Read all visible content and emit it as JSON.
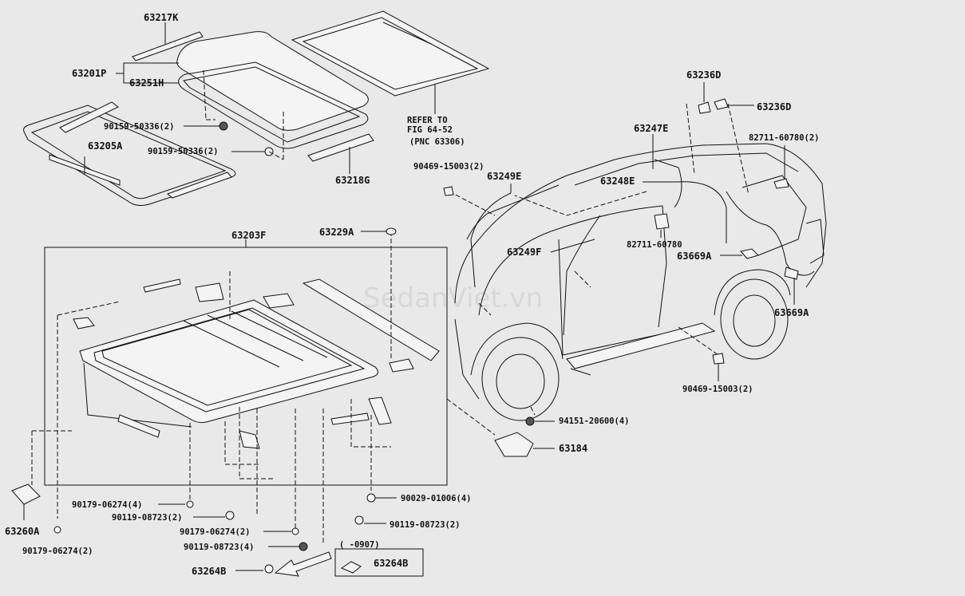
{
  "labels": {
    "p63217K": "63217K",
    "p63201P": "63201P",
    "p63251H": "63251H",
    "p90159_a": "90159-50336(2)",
    "p90159_b": "90159-50336(2)",
    "p63205A": "63205A",
    "p63218G": "63218G",
    "refer1": "REFER TO",
    "refer2": "FIG 64-52",
    "refer3": "(PNC 63306)",
    "p63236D_a": "63236D",
    "p63236D_b": "63236D",
    "p63247E": "63247E",
    "p82711_a": "82711-60780(2)",
    "p90469_a": "90469-15003(2)",
    "p63249E": "63249E",
    "p63248E": "63248E",
    "p82711_b": "82711-60780",
    "p63669A_a": "63669A",
    "p63669A_b": "63669A",
    "p63249F": "63249F",
    "p63203F": "63203F",
    "p63229A": "63229A",
    "p90469_b": "90469-15003(2)",
    "p94151": "94151-20600(4)",
    "p63184": "63184",
    "p63260A": "63260A",
    "p90179_a": "90179-06274(4)",
    "p90119_a": "90119-08723(2)",
    "p90179_b": "90179-06274(2)",
    "p90119_b": "90119-08723(4)",
    "p90179_c": "90179-06274(2)",
    "p90029": "90029-01006(4)",
    "p90119_c": "90119-08723(2)",
    "p63264B_a": "63264B",
    "date_range": "(   -0907)",
    "p63264B_b": "63264B",
    "watermark": "SedanViet.vn"
  },
  "colors": {
    "background": "#e9e9e9",
    "ink": "#111111"
  }
}
